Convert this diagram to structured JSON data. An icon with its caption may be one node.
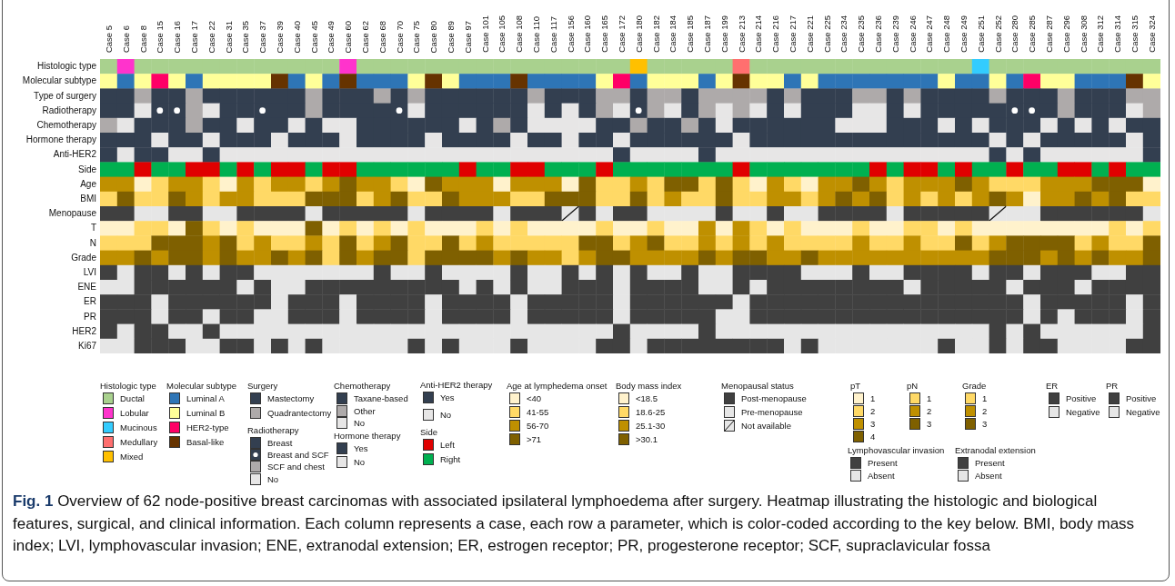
{
  "diagram": {
    "caption": "**Fig. 1** Overview of 62 node-positive breast carcinomas with associated ipsilateral lymphoedema after surgery. Heatmap illustrating the histologic and biological features, surgical, and clinical information. Each column represents a case, each row a parameter, which is color-coded according to the key below. BMI, body mass index; LVI, lymphovascular invasion; ENE, extranodal extension; ER, estrogen receptor; PR, progesterone receptor; SCF, supraclavicular fossa",
    "labels": [
      "Case 5",
      "Case 6",
      "Case 8",
      "Case 15",
      "Case 16",
      "Case 17",
      "Case 22",
      "Case 31",
      "Case 35",
      "Case 37",
      "Case 39",
      "Case 40",
      "Case 45",
      "Case 49",
      "Case 60",
      "Case 62",
      "Case 68",
      "Case 70",
      "Case 75",
      "Case 80",
      "Case 89",
      "Case 97",
      "Case 101",
      "Case 105",
      "Case 108",
      "Case 110",
      "Case 117",
      "Case 156",
      "Case 160",
      "Case 165",
      "Case 172",
      "Case 180",
      "Case 182",
      "Case 184",
      "Case 185",
      "Case 187",
      "Case 199",
      "Case 213",
      "Case 214",
      "Case 216",
      "Case 217",
      "Case 221",
      "Case 225",
      "Case 234",
      "Case 235",
      "Case 236",
      "Case 239",
      "Case 246",
      "Case 247",
      "Case 248",
      "Case 249",
      "Case 251",
      "Case 252",
      "Case 280",
      "Case 285",
      "Case 287",
      "Case 296",
      "Case 308",
      "Case 312",
      "Case 314",
      "Case 315",
      "Case 324",
      "Histologic type",
      "Molecular subtype",
      "Type of surgery",
      "Radiotherapy",
      "Chemotherapy",
      "Hormone therapy",
      "Anti-HER2",
      "Side",
      "Age",
      "BMI",
      "Menopause",
      "T",
      "N",
      "Grade",
      "LVI",
      "ENE",
      "ER",
      "PR",
      "HER2",
      "Ki67",
      "Histologic type",
      "Molecular subtype",
      "Surgery",
      "Radiotherapy",
      "Chemotherapy",
      "Hormone therapy",
      "Anti-HER2 therapy",
      "Side",
      "Age at lymphedema onset",
      "Body mass index",
      "Menopausal status",
      "pT",
      "pN",
      "Grade",
      "Lymphovascular invasion",
      "Extranodal extension",
      "ER",
      "PR"
    ],
    "legend": [
      {
        "text": "Ductal",
        "color": "#a9d18e"
      },
      {
        "text": "Lobular",
        "color": "#ff33cc"
      },
      {
        "text": "Mucinous",
        "color": "#33ccff"
      },
      {
        "text": "Medullary",
        "color": "#ff6f6f"
      },
      {
        "text": "Mixed",
        "color": "#ffc000"
      },
      {
        "text": "Luminal A",
        "color": "#2e75b6"
      },
      {
        "text": "Luminal B",
        "color": "#ffff99"
      },
      {
        "text": "HER2-type",
        "color": "#ff0066"
      },
      {
        "text": "Basal-like",
        "color": "#663300"
      },
      {
        "text": "Mastectomy",
        "color": "#333f50"
      },
      {
        "text": "Quadrantectomy",
        "color": "#aeaaaa"
      },
      {
        "text": "Breast",
        "color": "#333f50"
      },
      {
        "text": "Breast and SCF"
      },
      {
        "text": "SCF and chest",
        "color": "#aeaaaa"
      },
      {
        "text": "No",
        "color": "#e7e6e6"
      },
      {
        "text": "Taxane-based",
        "color": "#333f50"
      },
      {
        "text": "Other",
        "color": "#aeaaaa"
      },
      {
        "text": "No",
        "color": "#e7e6e6"
      },
      {
        "text": "Yes",
        "color": "#333f50"
      },
      {
        "text": "No",
        "color": "#e7e6e6"
      },
      {
        "text": "Yes",
        "color": "#333f50"
      },
      {
        "text": "No",
        "color": "#e7e6e6"
      },
      {
        "text": "Left",
        "color": "#e00000"
      },
      {
        "text": "Right",
        "color": "#00b050"
      },
      {
        "text": "<40",
        "color": "#fff2cc"
      },
      {
        "text": "41-55",
        "color": "#ffd966"
      },
      {
        "text": "56-70",
        "color": "#bf9000"
      },
      {
        "text": ">71",
        "color": "#7f6000"
      },
      {
        "text": "<18.5",
        "color": "#fff2cc"
      },
      {
        "text": "18.6-25",
        "color": "#ffd966"
      },
      {
        "text": "25.1-30",
        "color": "#bf9000"
      },
      {
        "text": ">30.1",
        "color": "#7f6000"
      },
      {
        "text": "Post-menopause",
        "color": "#404040"
      },
      {
        "text": "Pre-menopause",
        "color": "#e6e6e6"
      },
      {
        "text": "Not available"
      },
      {
        "text": "1",
        "color": "#fff2cc"
      },
      {
        "text": "2",
        "color": "#ffd966"
      },
      {
        "text": "3",
        "color": "#bf9000"
      },
      {
        "text": "4",
        "color": "#7f6000"
      },
      {
        "text": "1",
        "color": "#ffd966"
      },
      {
        "text": "2",
        "color": "#bf9000"
      },
      {
        "text": "3",
        "color": "#7f6000"
      },
      {
        "text": "1",
        "color": "#ffd966"
      },
      {
        "text": "2",
        "color": "#bf9000"
      },
      {
        "text": "3",
        "color": "#7f6000"
      },
      {
        "text": "Present",
        "color": "#404040"
      },
      {
        "text": "Absent",
        "color": "#e6e6e6"
      },
      {
        "text": "Present",
        "color": "#404040"
      },
      {
        "text": "Absent",
        "color": "#e6e6e6"
      },
      {
        "text": "Positive",
        "color": "#404040"
      },
      {
        "text": "Negative",
        "color": "#e6e6e6"
      },
      {
        "text": "Positive",
        "color": "#404040"
      },
      {
        "text": "Negative",
        "color": "#e6e6e6"
      }
    ]
  }
}
